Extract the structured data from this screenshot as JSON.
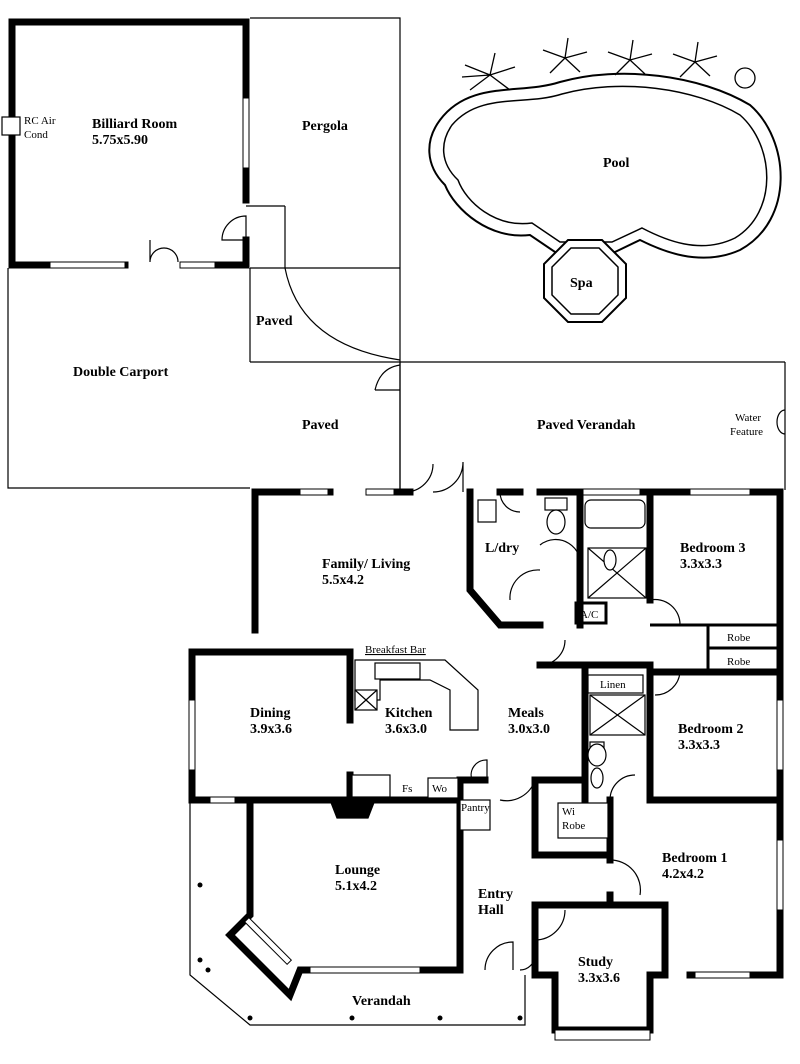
{
  "rooms": {
    "billiard": {
      "name": "Billiard Room",
      "size": "5.75x5.90"
    },
    "air_cond": {
      "line1": "RC Air",
      "line2": "Cond"
    },
    "pergola": {
      "name": "Pergola"
    },
    "pool": {
      "name": "Pool"
    },
    "spa": {
      "name": "Spa"
    },
    "paved_small": {
      "name": "Paved"
    },
    "carport": {
      "name": "Double Carport"
    },
    "paved": {
      "name": "Paved"
    },
    "verandah_rear": {
      "name": "Paved Verandah"
    },
    "water_feature": {
      "line1": "Water",
      "line2": "Feature"
    },
    "family": {
      "name": "Family/ Living",
      "size": "5.5x4.2"
    },
    "laundry": {
      "name": "L/dry"
    },
    "ac": {
      "name": "A/C"
    },
    "bed3": {
      "name": "Bedroom 3",
      "size": "3.3x3.3"
    },
    "robe1": {
      "name": "Robe"
    },
    "robe2": {
      "name": "Robe"
    },
    "breakfast_bar": {
      "name": "Breakfast Bar"
    },
    "dining": {
      "name": "Dining",
      "size": "3.9x3.6"
    },
    "kitchen": {
      "name": "Kitchen",
      "size": "3.6x3.0"
    },
    "meals": {
      "name": "Meals",
      "size": "3.0x3.0"
    },
    "linen": {
      "name": "Linen"
    },
    "bed2": {
      "name": "Bedroom 2",
      "size": "3.3x3.3"
    },
    "fs": {
      "name": "Fs"
    },
    "wo": {
      "name": "Wo"
    },
    "pantry": {
      "name": "Pantry"
    },
    "wirobe": {
      "line1": "Wi",
      "line2": "Robe"
    },
    "bed1": {
      "name": "Bedroom 1",
      "size": "4.2x4.2"
    },
    "lounge": {
      "name": "Lounge",
      "size": "5.1x4.2"
    },
    "entry": {
      "line1": "Entry",
      "line2": "Hall"
    },
    "study": {
      "name": "Study",
      "size": "3.3x3.6"
    },
    "verandah_front": {
      "name": "Verandah"
    }
  }
}
